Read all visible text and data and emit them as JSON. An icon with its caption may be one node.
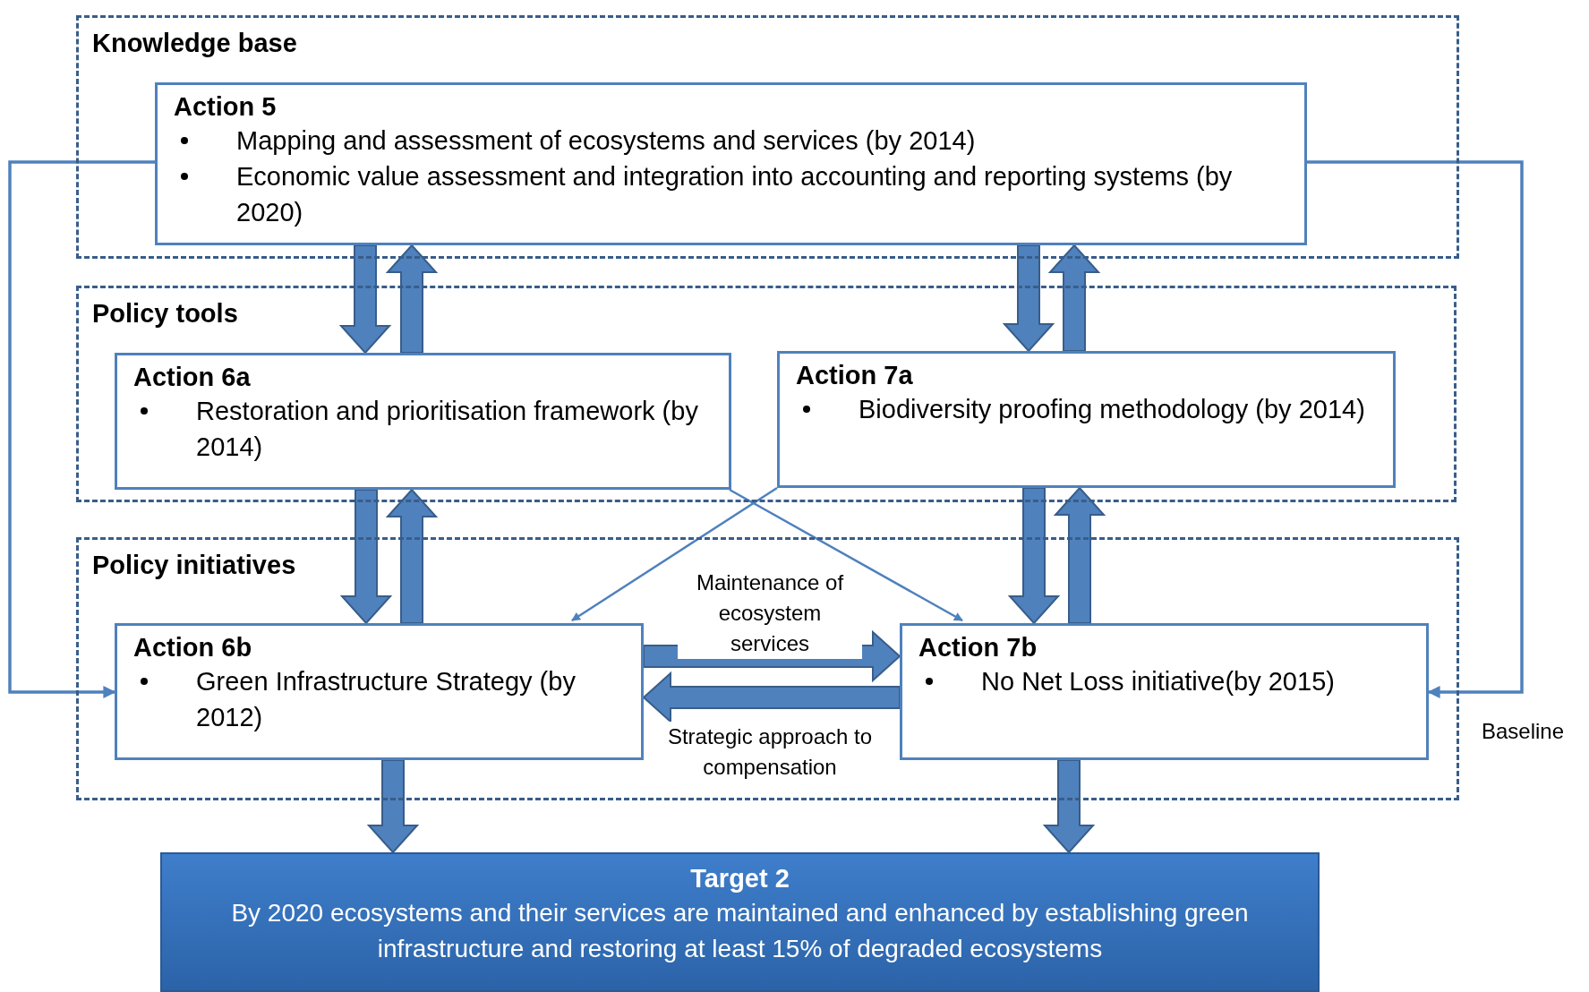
{
  "diagram": {
    "nodes": [
      {
        "text": [
          "Knowledge base"
        ]
      },
      {
        "text": [
          "Action 5",
          "Mapping and assessment of ecosystems and services (by 2014)",
          "Economic value assessment and integration into accounting and reporting systems (by 2020)"
        ],
        "in": 0
      },
      {
        "text": [
          "Policy tools"
        ]
      },
      {
        "text": [
          "Action 6a",
          "Restoration and prioritisation framework (by 2014)"
        ],
        "in": 2
      },
      {
        "text": [
          "Action 7a",
          "Biodiversity proofing methodology (by 2014)"
        ],
        "in": 2
      },
      {
        "text": [
          "Policy initiatives"
        ]
      },
      {
        "text": [
          "Action 6b",
          "Green Infrastructure Strategy (by 2012)"
        ],
        "in": 5
      },
      {
        "text": [
          "Action 7b",
          "No Net Loss initiative(by 2015)"
        ],
        "in": 5
      },
      {
        "text": [
          "Target 2",
          "By 2020 ecosystems and their services are maintained and enhanced by establishing green infrastructure and restoring at least 15% of degraded ecosystems"
        ]
      }
    ],
    "edges": [
      {
        "from": 1,
        "to": 3,
        "arrow": "to",
        "style": "thick"
      },
      {
        "from": 3,
        "to": 1,
        "arrow": "to",
        "style": "thick"
      },
      {
        "from": 1,
        "to": 4,
        "arrow": "to",
        "style": "thick"
      },
      {
        "from": 4,
        "to": 1,
        "arrow": "to",
        "style": "thick"
      },
      {
        "from": 3,
        "to": 6,
        "arrow": "to",
        "style": "thick"
      },
      {
        "from": 6,
        "to": 3,
        "arrow": "to",
        "style": "thick"
      },
      {
        "from": 4,
        "to": 7,
        "arrow": "to",
        "style": "thick"
      },
      {
        "from": 7,
        "to": 4,
        "arrow": "to",
        "style": "thick"
      },
      {
        "from": 6,
        "to": 7,
        "arrow": "to",
        "style": "thick",
        "label": "Maintenance of ecosystem services"
      },
      {
        "from": 7,
        "to": 6,
        "arrow": "to",
        "style": "thick",
        "label": "Strategic approach to compensation"
      },
      {
        "from": 6,
        "to": 8,
        "arrow": "to",
        "style": "thick"
      },
      {
        "from": 7,
        "to": 8,
        "arrow": "to",
        "style": "thick"
      },
      {
        "from": 1,
        "to": 6,
        "arrow": "to"
      },
      {
        "from": 1,
        "to": 7,
        "arrow": "to",
        "label": "Baseline"
      },
      {
        "from": 3,
        "to": 7,
        "arrow": "to"
      },
      {
        "from": 4,
        "to": 6,
        "arrow": "to"
      }
    ]
  }
}
